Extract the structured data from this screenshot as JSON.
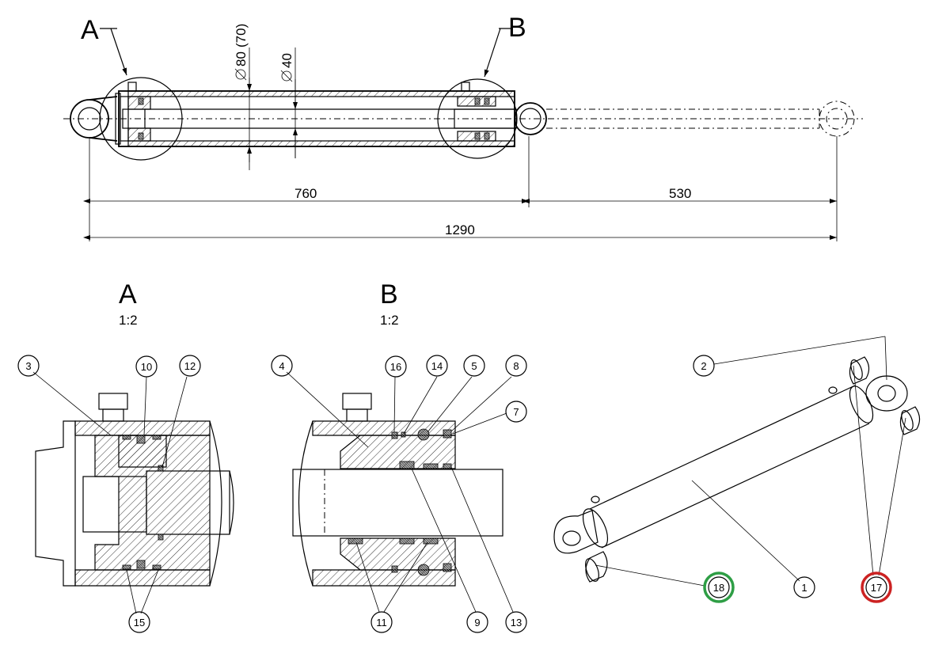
{
  "views": {
    "detail_a_letter": "A",
    "detail_b_letter": "B",
    "section_a_title": "A",
    "section_a_scale": "1:2",
    "section_b_title": "B",
    "section_b_scale": "1:2"
  },
  "dimensions": {
    "bore": "80",
    "bore_alt": "(70)",
    "rod": "40",
    "retracted_length": "760",
    "stroke": "530",
    "extended_length": "1290"
  },
  "part_numbers": {
    "p1": "1",
    "p2": "2",
    "p3": "3",
    "p4": "4",
    "p5": "5",
    "p7": "7",
    "p8": "8",
    "p9": "9",
    "p10": "10",
    "p11a": "11",
    "p12": "12",
    "p13": "13",
    "p14": "14",
    "p15": "15",
    "p16": "16",
    "p17": "17",
    "p18": "18"
  },
  "highlight_colors": {
    "green": "#2e9e45",
    "red": "#cc2222"
  }
}
